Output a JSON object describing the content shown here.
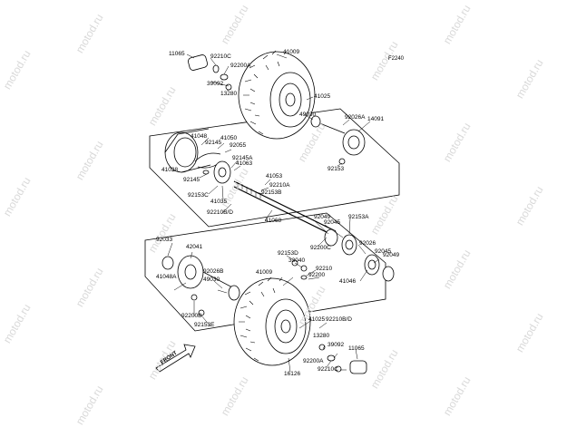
{
  "figure": {
    "code": "F2240",
    "watermark": "motod.ru",
    "front_label": "FRONT"
  },
  "parts": [
    "11065",
    "92210C",
    "92200A",
    "39092",
    "13280",
    "41009",
    "41025",
    "92026A",
    "14091",
    "49030",
    "92153",
    "41048",
    "92145",
    "41050",
    "92055",
    "41038",
    "92145",
    "92145A",
    "41063",
    "92153C",
    "41035",
    "41053",
    "92210A",
    "92153B",
    "92210B/D",
    "41068",
    "92049",
    "92045",
    "92153A",
    "92033",
    "42041",
    "92153D",
    "33040",
    "92200C",
    "92026",
    "92045",
    "92210",
    "92200",
    "92049",
    "41048A",
    "92026B",
    "49030",
    "41009",
    "41046",
    "92200B",
    "92153E",
    "41025",
    "92210B/D",
    "13280",
    "39092",
    "11065",
    "92200A",
    "92210C",
    "16126"
  ]
}
